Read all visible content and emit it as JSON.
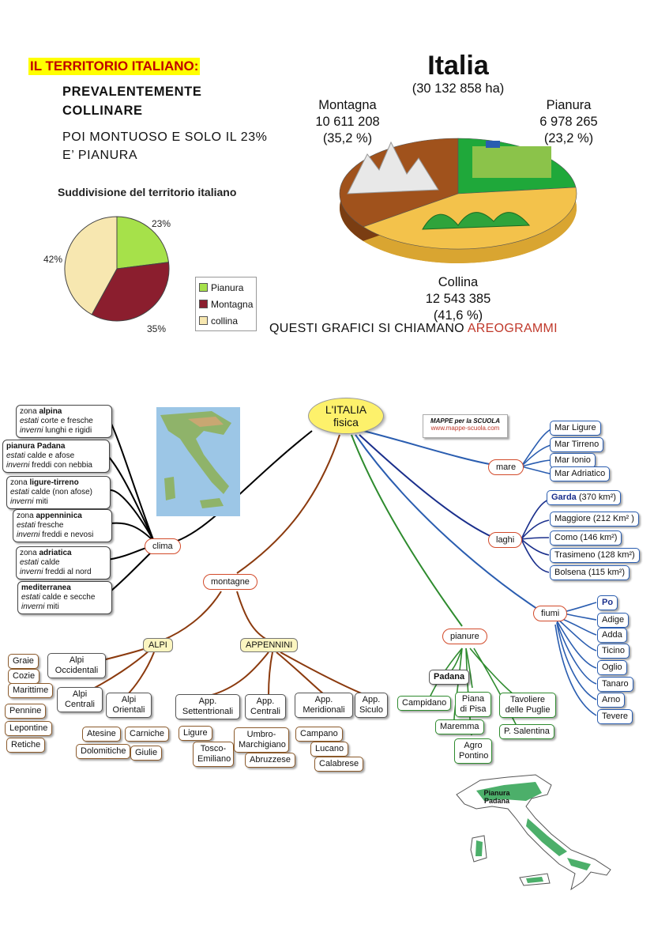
{
  "header": {
    "highlight": "IL TERRITORIO ITALIANO:",
    "line1": "PREVALENTEMENTE",
    "line2": "COLLINARE",
    "line3": "POI MONTUOSO E SOLO IL 23%",
    "line4": "E’ PIANURA"
  },
  "big_chart": {
    "title": "Italia",
    "subtitle": "(30 132 858 ha)",
    "montagna_name": "Montagna",
    "montagna_value": "10 611 208",
    "montagna_pct": "(35,2 %)",
    "pianura_name": "Pianura",
    "pianura_value": "6 978 265",
    "pianura_pct": "(23,2 %)",
    "collina_name": "Collina",
    "collina_value": "12 543 385",
    "collina_pct": "(41,6 %)",
    "caption_prefix": "QUESTI GRAFICI SI CHIAMANO",
    "caption_highlight": "AREOGRAMMI"
  },
  "small_chart": {
    "title": "Suddivisione del territorio italiano",
    "label_pianura": "23%",
    "label_montagna": "35%",
    "label_collina": "42%",
    "legend": [
      "Pianura",
      "Montagna",
      "collina"
    ]
  },
  "chart_data": [
    {
      "type": "pie",
      "title": "Italia",
      "subtitle": "(30 132 858 ha)",
      "categories": [
        "Montagna",
        "Pianura",
        "Collina"
      ],
      "values": [
        10611208,
        6978265,
        12543385
      ],
      "percent": [
        35.2,
        23.2,
        41.6
      ],
      "colors": [
        "#a0521c",
        "#1fa83a",
        "#f3c24b"
      ]
    },
    {
      "type": "pie",
      "title": "Suddivisione del territorio italiano",
      "categories": [
        "Pianura",
        "Montagna",
        "collina"
      ],
      "values": [
        23,
        35,
        42
      ],
      "colors": [
        "#a6e14a",
        "#8b1e2e",
        "#f7e7b0"
      ],
      "legend": "right"
    }
  ],
  "mindmap": {
    "center_line1": "L'ITALIA",
    "center_line2": "fisica",
    "brand_title": "MAPPE per la SCUOLA",
    "brand_url": "www.mappe-scuola.com",
    "clima": {
      "label": "clima",
      "zones": [
        {
          "name_pre": "zona ",
          "name": "alpina",
          "l1k": "estati",
          "l1": " corte e fresche",
          "l2k": "inverni",
          "l2": " lunghi e rigidi"
        },
        {
          "name_pre": "",
          "name": "pianura Padana",
          "l1k": "estati",
          "l1": " calde e afose",
          "l2k": "inverni",
          "l2": " freddi con nebbia"
        },
        {
          "name_pre": "zona ",
          "name": "ligure-tirreno",
          "l1k": "estati",
          "l1": " calde (non afose)",
          "l2k": "inverni",
          "l2": " miti"
        },
        {
          "name_pre": "zona ",
          "name": "appenninica",
          "l1k": "estati",
          "l1": " fresche",
          "l2k": "inverni",
          "l2": " freddi e nevosi"
        },
        {
          "name_pre": "zona ",
          "name": "adriatica",
          "l1k": "estati",
          "l1": " calde",
          "l2k": "inverni",
          "l2": " freddi al nord"
        },
        {
          "name_pre": "",
          "name": "mediterranea",
          "l1k": "estati",
          "l1": " calde e secche",
          "l2k": "inverni",
          "l2": " miti"
        }
      ]
    },
    "mare": {
      "label": "mare",
      "items": [
        "Mar Ligure",
        "Mar Tirreno",
        "Mar Ionio",
        "Mar Adriatico"
      ]
    },
    "laghi": {
      "label": "laghi",
      "items": [
        {
          "name": "Garda",
          "extra": " (370 km²)"
        },
        {
          "name": "Maggiore",
          "extra": " (212 Km² )"
        },
        {
          "name": "Como",
          "extra": " (146 km²)"
        },
        {
          "name": "Trasimeno",
          "extra": " (128 km²)"
        },
        {
          "name": "Bolsena",
          "extra": " (115 km²)"
        }
      ]
    },
    "fiumi": {
      "label": "fiumi",
      "items": [
        "Po",
        "Adige",
        "Adda",
        "Ticino",
        "Oglio",
        "Tanaro",
        "Arno",
        "Tevere"
      ]
    },
    "montagne": {
      "label": "montagne",
      "alpi": "ALPI",
      "appennini": "APPENNINI",
      "alpi_occ": "Alpi Occidentali",
      "alpi_occ_items": [
        "Graie",
        "Cozie",
        "Marittime"
      ],
      "alpi_cen": "Alpi Centrali",
      "alpi_cen_items": [
        "Pennine",
        "Lepontine",
        "Retiche"
      ],
      "alpi_or": "Alpi Orientali",
      "alpi_or_items": [
        "Atesine",
        "Carniche",
        "Dolomitiche",
        "Giulie"
      ],
      "app_sett": "App. Settentrionali",
      "app_sett_items": [
        "Ligure",
        "Tosco-Emiliano"
      ],
      "app_cen": "App. Centrali",
      "app_cen_items": [
        "Umbro-Marchigiano",
        "Abruzzese"
      ],
      "app_mer": "App. Meridionali",
      "app_mer_items": [
        "Campano",
        "Lucano",
        "Calabrese"
      ],
      "app_sic": "App. Siculo"
    },
    "pianure": {
      "label": "pianure",
      "items": [
        "Padana",
        "Campidano",
        "Piana di Pisa",
        "Tavoliere delle Puglie",
        "Maremma",
        "P. Salentina",
        "Agro Pontino"
      ]
    },
    "map_label": "Pianura Padana"
  }
}
